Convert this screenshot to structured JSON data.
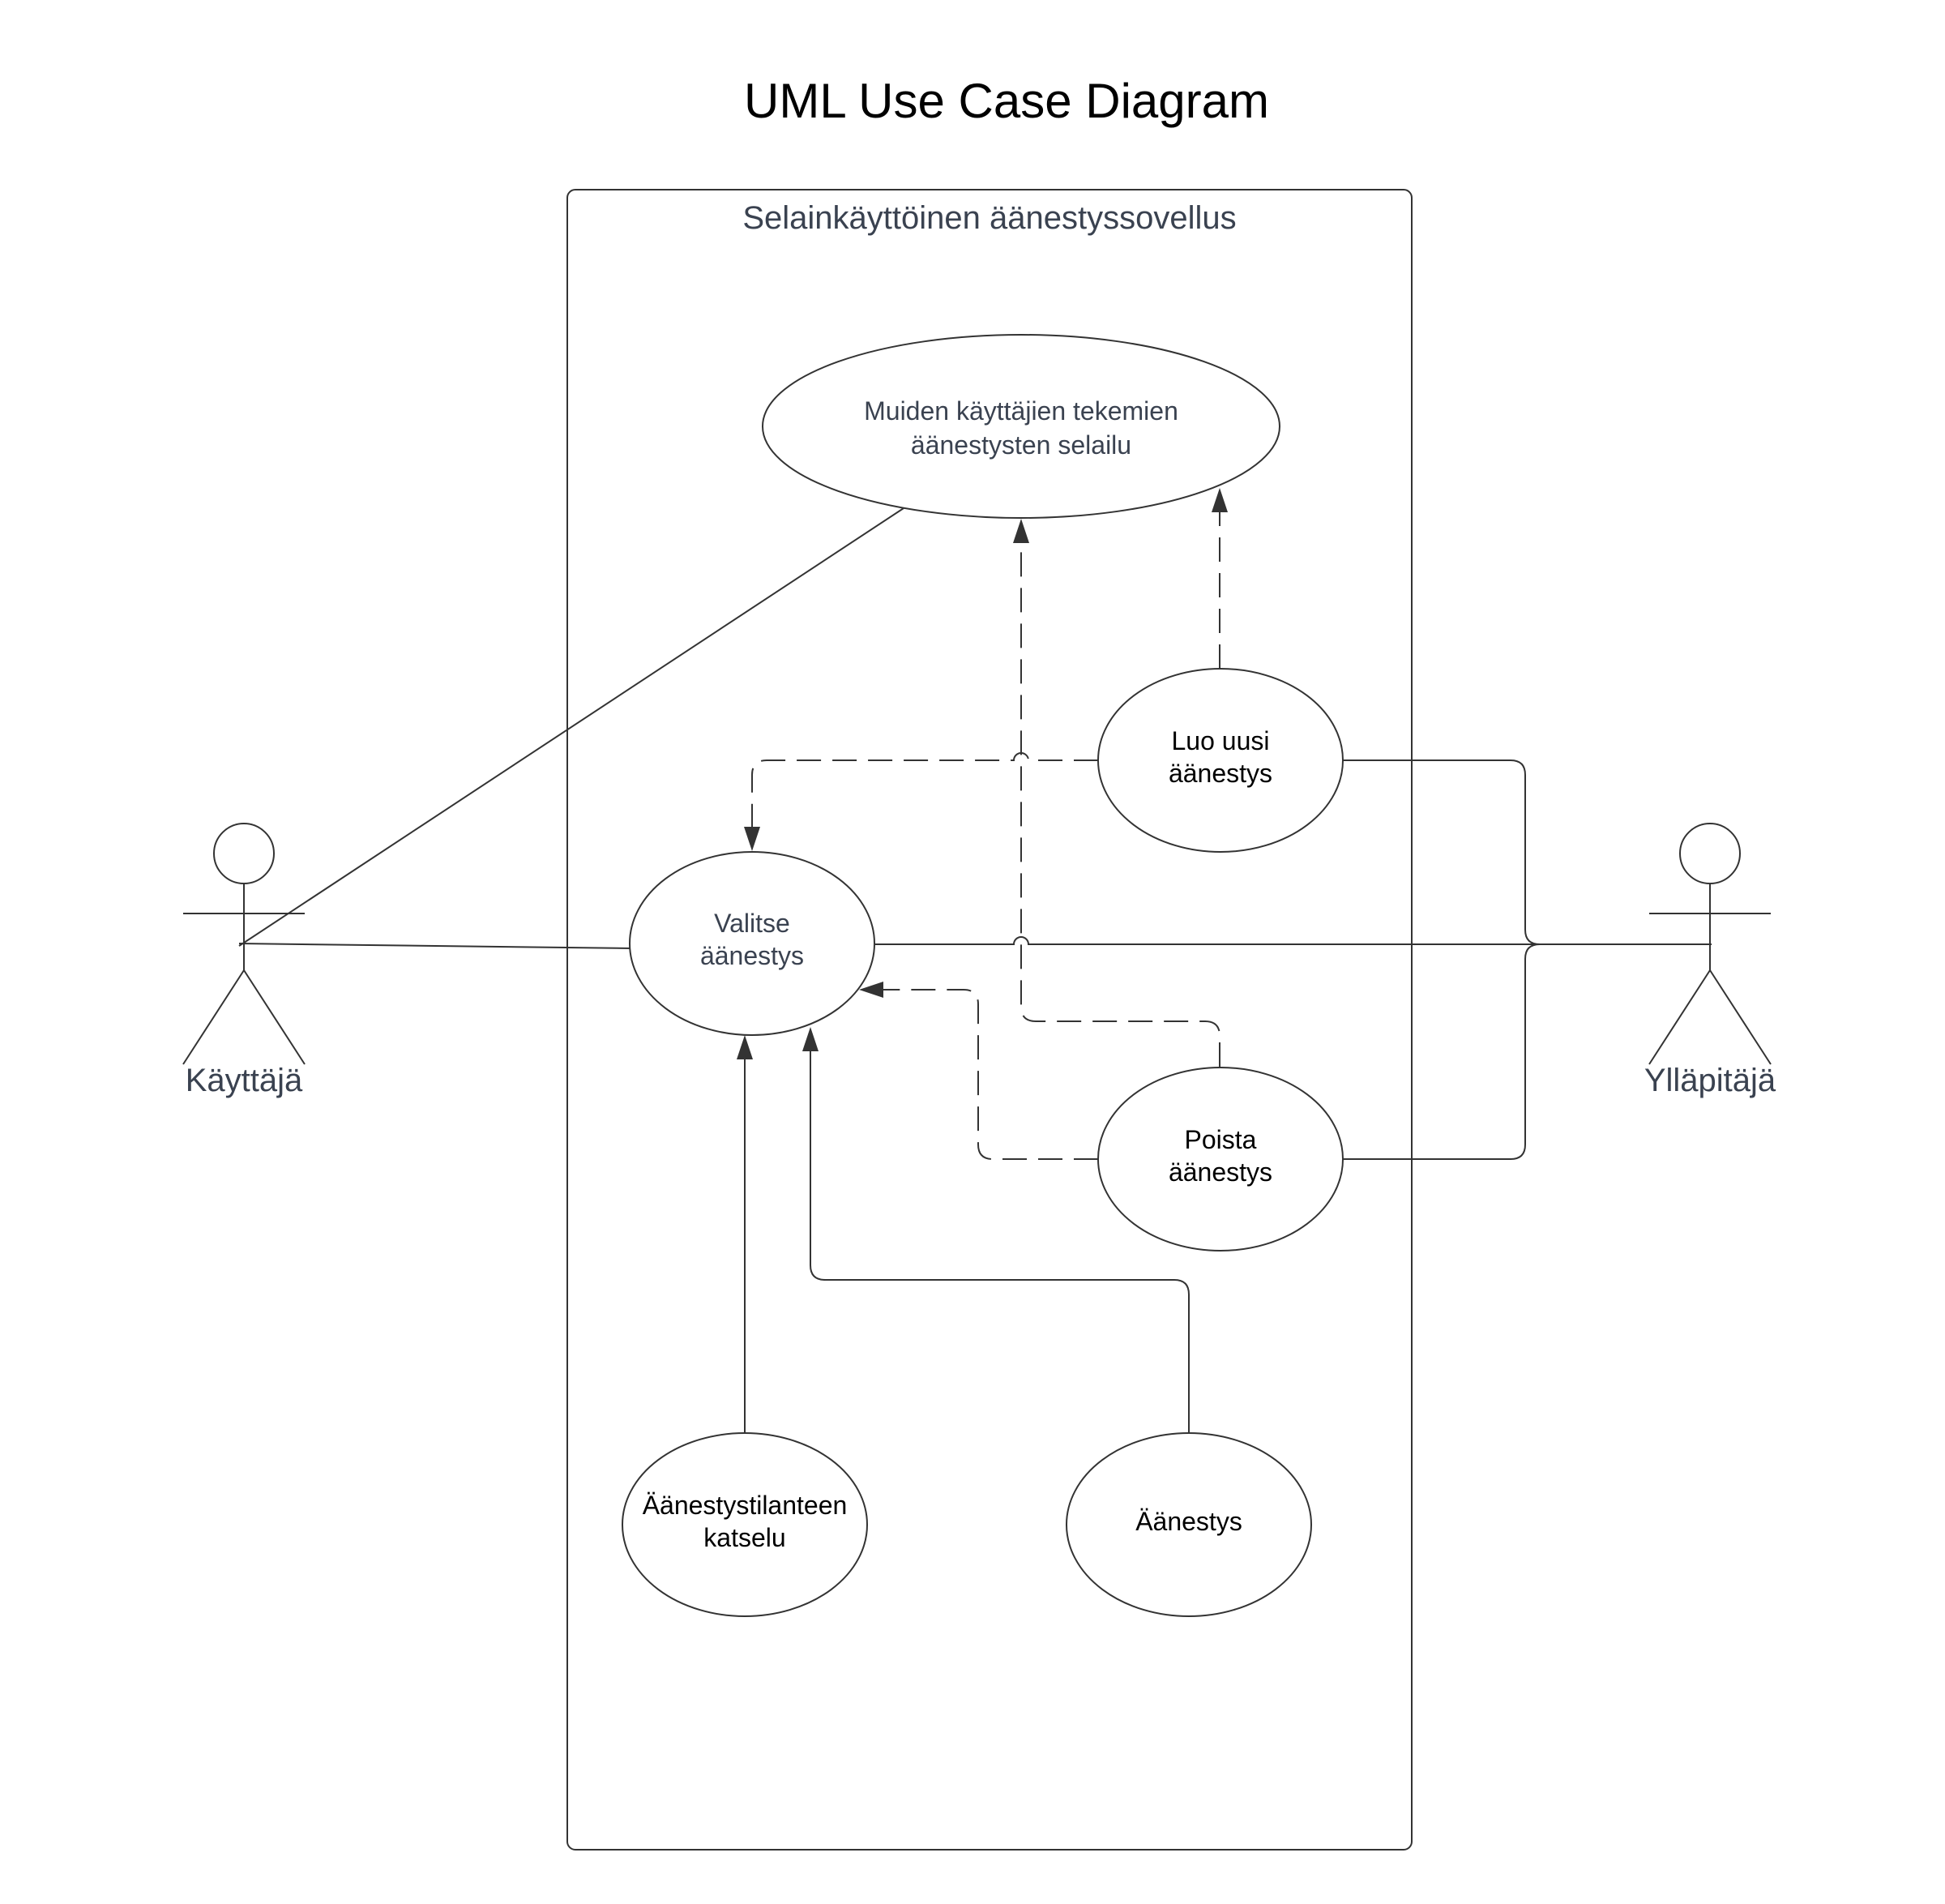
{
  "title": "UML Use Case Diagram",
  "system": {
    "label": "Selainkäyttöinen äänestyssovellus"
  },
  "actors": {
    "user": {
      "label": "Käyttäjä"
    },
    "admin": {
      "label": "Ylläpitäjä"
    }
  },
  "use_cases": {
    "browse": {
      "line1": "Muiden käyttäjien tekemien",
      "line2": "äänestysten selailu"
    },
    "create": {
      "line1": "Luo uusi",
      "line2": "äänestys"
    },
    "select": {
      "line1": "Valitse",
      "line2": "äänestys"
    },
    "delete": {
      "line1": "Poista",
      "line2": "äänestys"
    },
    "view_status": {
      "line1": "Äänestystilanteen",
      "line2": "katselu"
    },
    "vote": {
      "line1": "Äänestys"
    }
  }
}
